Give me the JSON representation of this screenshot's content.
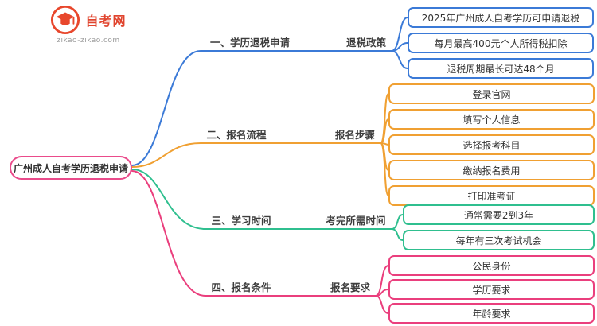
{
  "logo": {
    "title": "自考网",
    "subtitle": "zikao-zikao.com",
    "icon": "graduation-cap-icon",
    "color": "#e0442e"
  },
  "root": {
    "label": "广州成人自考学历退税申请",
    "color": "#ea4b8b"
  },
  "branches": [
    {
      "label": "一、学历退税申请",
      "color": "#3b7ad7",
      "sub": "退税政策",
      "leaves": [
        "2025年广州成人自考学历可申请退税",
        "每月最高400元个人所得税扣除",
        "退税周期最长可达48个月"
      ]
    },
    {
      "label": "二、报名流程",
      "color": "#f0a032",
      "sub": "报名步骤",
      "leaves": [
        "登录官网",
        "填写个人信息",
        "选择报考科目",
        "缴纳报名费用",
        "打印准考证"
      ]
    },
    {
      "label": "三、学习时间",
      "color": "#2fbf8f",
      "sub": "考完所需时间",
      "leaves": [
        "通常需要2到3年",
        "每年有三次考试机会"
      ]
    },
    {
      "label": "四、报名条件",
      "color": "#ea3f7d",
      "sub": "报名要求",
      "leaves": [
        "公民身份",
        "学历要求",
        "年龄要求"
      ]
    }
  ]
}
